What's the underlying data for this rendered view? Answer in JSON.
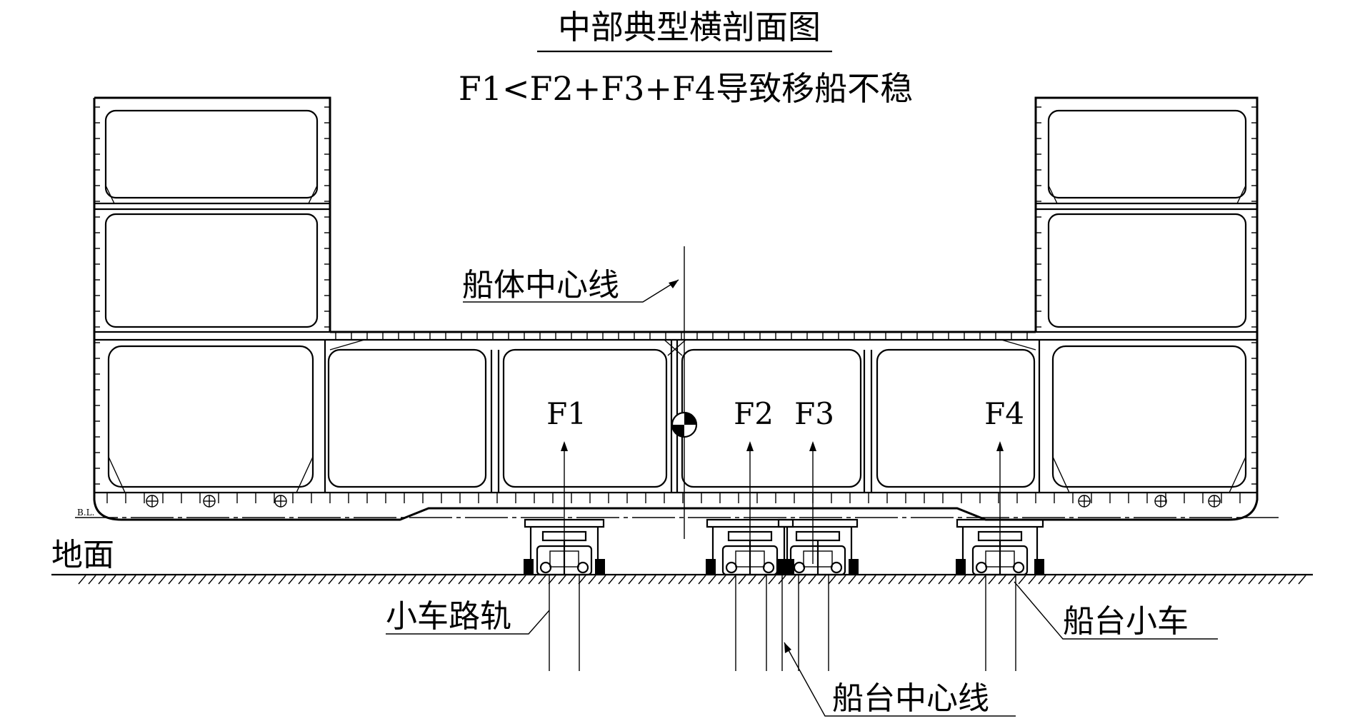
{
  "title": "中部典型横剖面图",
  "subtitle": "F1<F2+F3+F4导致移船不稳",
  "labels": {
    "hull_centerline": "船体中心线",
    "ground": "地面",
    "trolley_rail": "小车路轨",
    "berth_trolley": "船台小车",
    "berth_centerline": "船台中心线",
    "baseline": "B.L."
  },
  "forces": [
    {
      "name": "F1"
    },
    {
      "name": "F2"
    },
    {
      "name": "F3"
    },
    {
      "name": "F4"
    }
  ]
}
